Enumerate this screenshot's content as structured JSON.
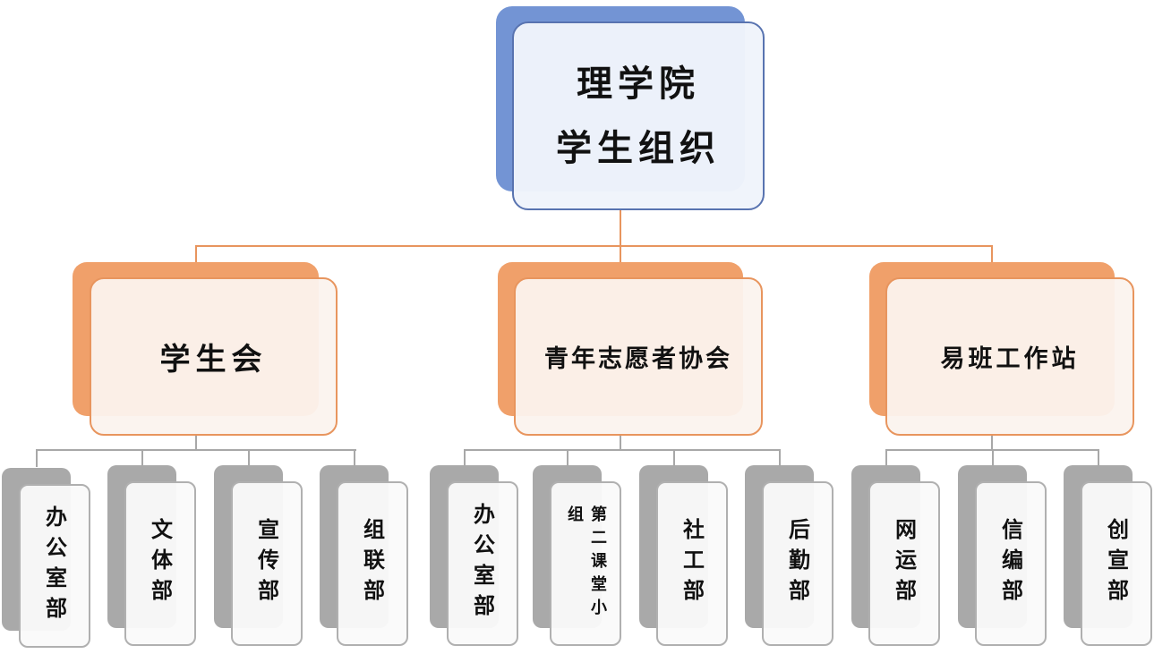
{
  "root": {
    "line1": "理学院",
    "line2": "学生组织"
  },
  "orgs": [
    {
      "name": "学生会",
      "departments": [
        "办公室部",
        "文体部",
        "宣传部",
        "组联部"
      ]
    },
    {
      "name": "青年志愿者协会",
      "departments": [
        "办公室部",
        "第二课堂小组",
        "社工部",
        "后勤部"
      ]
    },
    {
      "name": "易班工作站",
      "departments": [
        "网运部",
        "信编部",
        "创宣部"
      ]
    }
  ],
  "colors": {
    "root_accent": "#7394d4",
    "org_accent": "#f0a06a",
    "dept_accent": "#a9a9a9"
  }
}
